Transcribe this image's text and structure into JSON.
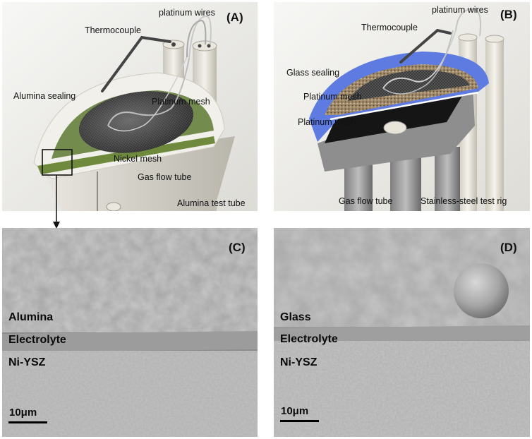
{
  "panels": {
    "a": {
      "letter": "(A)",
      "labels": {
        "platinum_wires": "platinum wires",
        "thermocouple": "Thermocouple",
        "alumina_sealing": "Alumina sealing",
        "platinum_mesh": "Platinum mesh",
        "nickel_mesh": "Nickel mesh",
        "gas_flow_tube": "Gas flow tube",
        "alumina_test_tube": "Alumina test tube"
      }
    },
    "b": {
      "letter": "(B)",
      "labels": {
        "platinum_wires": "platinum wires",
        "thermocouple": "Thermocouple",
        "glass_sealing": "Glass sealing",
        "platinum_mesh_top": "Platinum mesh",
        "platinum_mesh_bottom": "Platinum mesh",
        "gas_flow_tube": "Gas flow tube",
        "stainless_test_rig": "Stainless-steel test rig"
      }
    },
    "c": {
      "letter": "(C)",
      "layers": [
        "Alumina",
        "Electrolyte",
        "Ni-YSZ"
      ],
      "scale_text": "10μm"
    },
    "d": {
      "letter": "(D)",
      "layers": [
        "Glass",
        "Electrolyte",
        "Ni-YSZ"
      ],
      "scale_text": "10μm"
    }
  }
}
